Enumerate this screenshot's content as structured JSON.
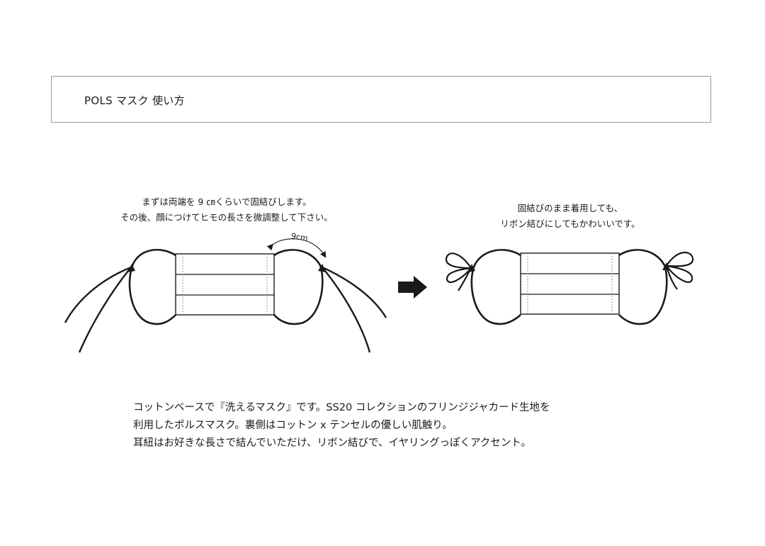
{
  "header": {
    "title": "POLS マスク 使い方"
  },
  "steps": [
    {
      "lines": [
        "まずは両端を 9 ㎝くらいで固結びします。",
        "その後、顔につけてヒモの長さを微調整して下さい。"
      ]
    },
    {
      "lines": [
        "固結びのまま着用しても、",
        "リボン結びにしてもかわいいです。"
      ]
    }
  ],
  "measurement_label": "9cm",
  "description": {
    "lines": [
      "コットンベースで『洗えるマスク』です。SS20 コレクションのフリンジジャカード生地を",
      "利用したポルスマスク。裏側はコットン x テンセルの優しい肌触り。",
      "耳紐はお好きな長さで結んでいただけ、リボン結びで、イヤリングっぽくアクセント。"
    ]
  },
  "icons": {
    "next_step": "right-arrow-icon"
  },
  "colors": {
    "line": "#1a1a1a",
    "border": "#9a9a9a",
    "dashed": "#888888"
  }
}
